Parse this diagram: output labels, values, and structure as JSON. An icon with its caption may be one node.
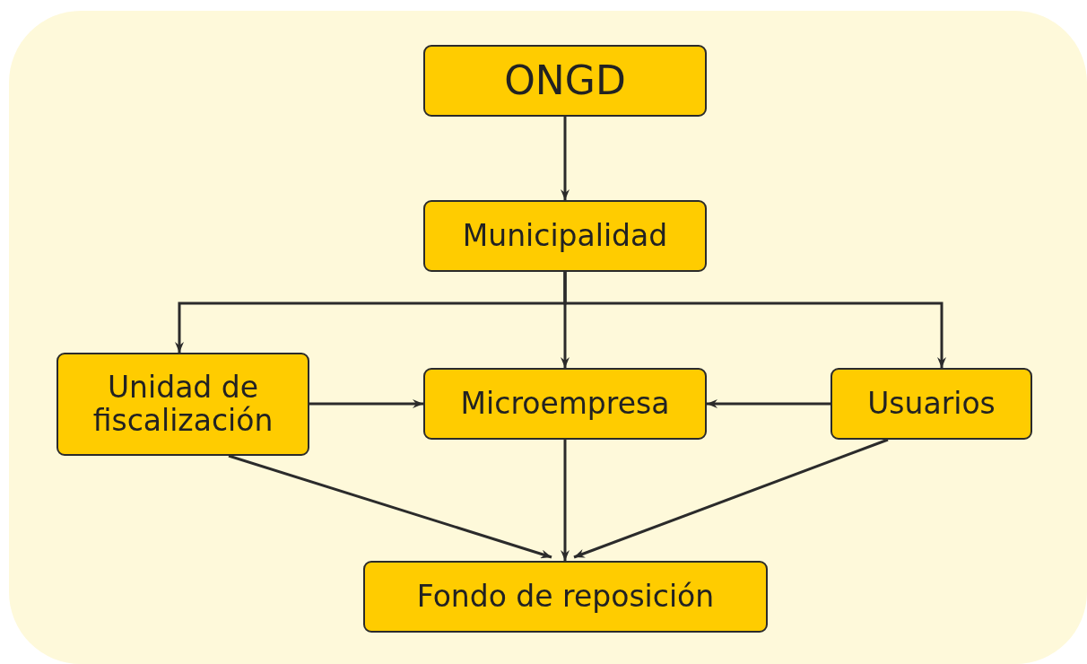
{
  "diagram": {
    "nodes": [
      {
        "text": [
          "ONGD"
        ]
      },
      {
        "text": [
          "Municipalidad"
        ]
      },
      {
        "text": [
          "Unidad de fiscalización"
        ]
      },
      {
        "text": [
          "Microempresa"
        ]
      },
      {
        "text": [
          "Usuarios"
        ]
      },
      {
        "text": [
          "Fondo de reposición"
        ]
      }
    ],
    "edges": [
      {
        "from": 0,
        "to": 1,
        "arrow": "to"
      },
      {
        "from": 1,
        "to": 2,
        "arrow": "to"
      },
      {
        "from": 1,
        "to": 3,
        "arrow": "to"
      },
      {
        "from": 1,
        "to": 4,
        "arrow": "to"
      },
      {
        "from": 2,
        "to": 3,
        "arrow": "to"
      },
      {
        "from": 4,
        "to": 3,
        "arrow": "to"
      },
      {
        "from": 2,
        "to": 5,
        "arrow": "to"
      },
      {
        "from": 3,
        "to": 5,
        "arrow": "to"
      },
      {
        "from": 4,
        "to": 5,
        "arrow": "to"
      }
    ]
  }
}
